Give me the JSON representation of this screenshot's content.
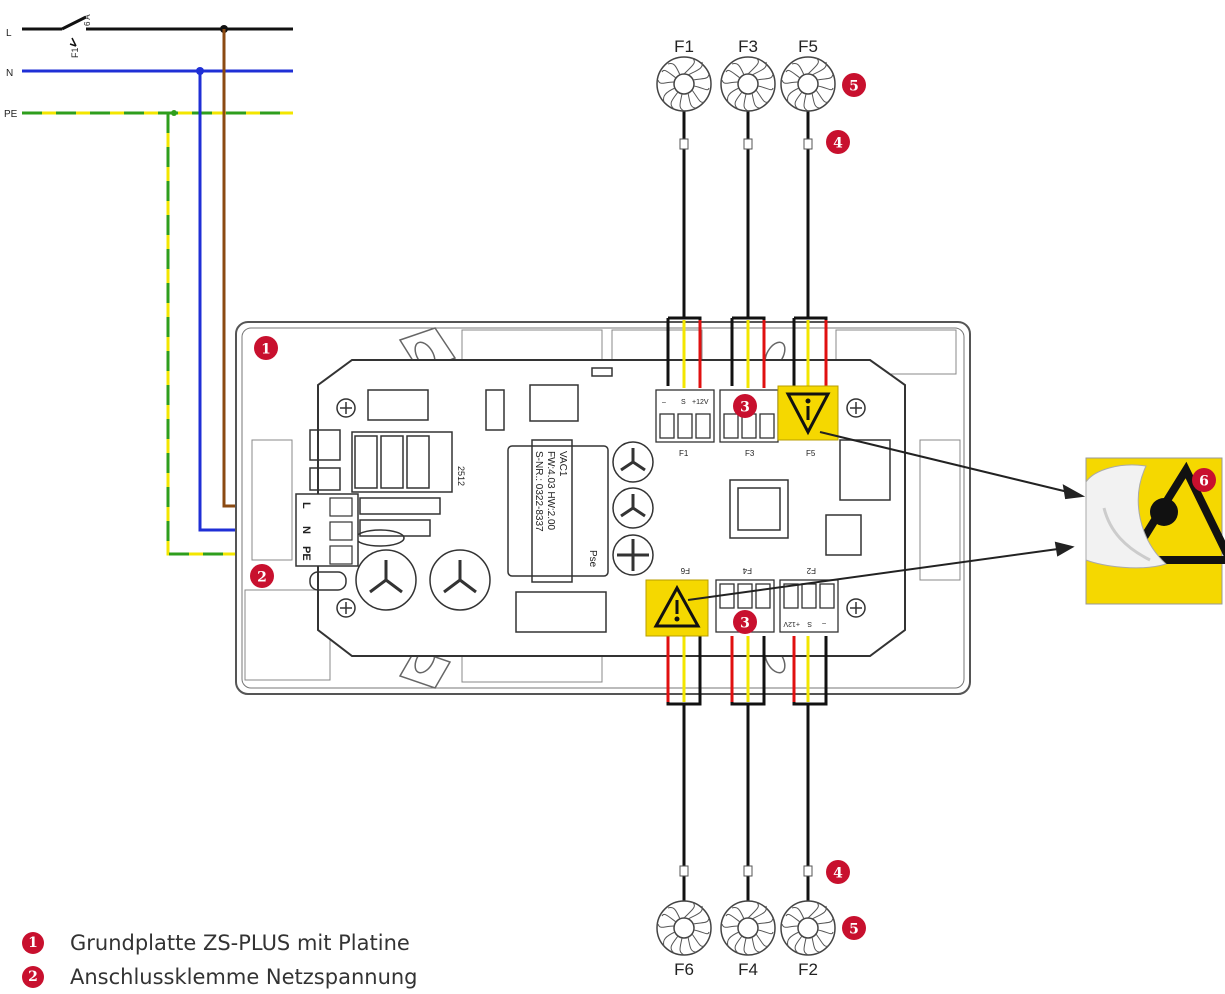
{
  "mains": {
    "L": "L",
    "N": "N",
    "PE": "PE",
    "breaker_name": "F1",
    "breaker_rating": "6 A"
  },
  "fans_top": [
    "F1",
    "F3",
    "F5"
  ],
  "fans_bottom": [
    "F6",
    "F4",
    "F2"
  ],
  "board": {
    "terminal_L": "L",
    "terminal_N": "N",
    "terminal_PE": "PE",
    "pcb_name": "VAC1",
    "pcb_fw": "FW:4.03 HW:2.00",
    "pcb_serial": "S-NR.: 0322-8337",
    "pcb_code": "2512",
    "pcb_pse": "Pse",
    "conn_top_minus": "–",
    "conn_top_s": "S",
    "conn_top_12v": "+12V",
    "conn_bottom_minus": "–",
    "conn_bottom_s": "S",
    "conn_bottom_12v": "+12V",
    "slot_top": [
      "F1",
      "F3",
      "F5"
    ],
    "slot_bottom": [
      "F6",
      "F4",
      "F2"
    ]
  },
  "markers": {
    "m1": "1",
    "m2": "2",
    "m3a": "3",
    "m3b": "3",
    "m4a": "4",
    "m4b": "4",
    "m5a": "5",
    "m5b": "5",
    "m6": "6"
  },
  "legend": [
    {
      "num": "1",
      "text": "Grundplatte ZS-PLUS mit Platine"
    },
    {
      "num": "2",
      "text": "Anschlussklemme Netzspannung"
    }
  ],
  "colors": {
    "phase": "#8b4a12",
    "neutral": "#1f2fd6",
    "earth_green": "#2e9e1c",
    "earth_yellow": "#f3e600",
    "cable_black": "#111111",
    "cable_red": "#e01010",
    "cable_yellow": "#f3e600",
    "marker": "#c8102e",
    "warning": "#f5d800"
  }
}
